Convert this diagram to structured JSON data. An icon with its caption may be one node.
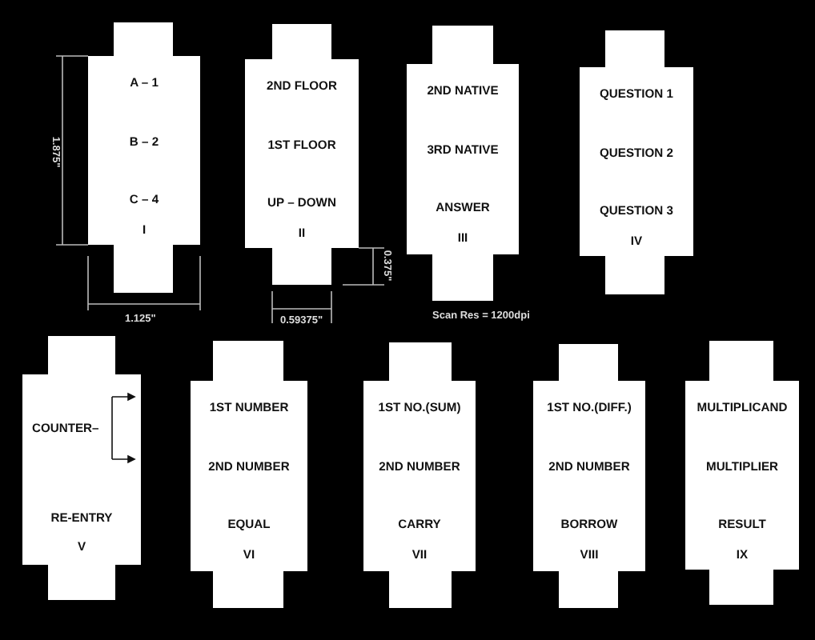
{
  "diagram": {
    "nodes": [
      {
        "text": [
          "A – 1",
          "B – 2",
          "C – 4",
          "I"
        ]
      },
      {
        "text": [
          "2ND FLOOR",
          "1ST FLOOR",
          "UP – DOWN",
          "II"
        ]
      },
      {
        "text": [
          "2ND NATIVE",
          "3RD NATIVE",
          "ANSWER",
          "III"
        ]
      },
      {
        "text": [
          "QUESTION 1",
          "QUESTION 2",
          "QUESTION 3",
          "IV"
        ]
      },
      {
        "text": [
          "COUNTER–",
          "RE-ENTRY",
          "V"
        ]
      },
      {
        "text": [
          "1ST NUMBER",
          "2ND NUMBER",
          "EQUAL",
          "VI"
        ]
      },
      {
        "text": [
          "1ST NO.(SUM)",
          "2ND NUMBER",
          "CARRY",
          "VII"
        ]
      },
      {
        "text": [
          "1ST NO.(DIFF.)",
          "2ND NUMBER",
          "BORROW",
          "VIII"
        ]
      },
      {
        "text": [
          "MULTIPLICAND",
          "MULTIPLIER",
          "RESULT",
          "IX"
        ]
      }
    ],
    "labels": [
      "1.875\"",
      "0.375\"",
      "1.125\"",
      "0.59375\"",
      "Scan Res = 1200dpi"
    ]
  }
}
